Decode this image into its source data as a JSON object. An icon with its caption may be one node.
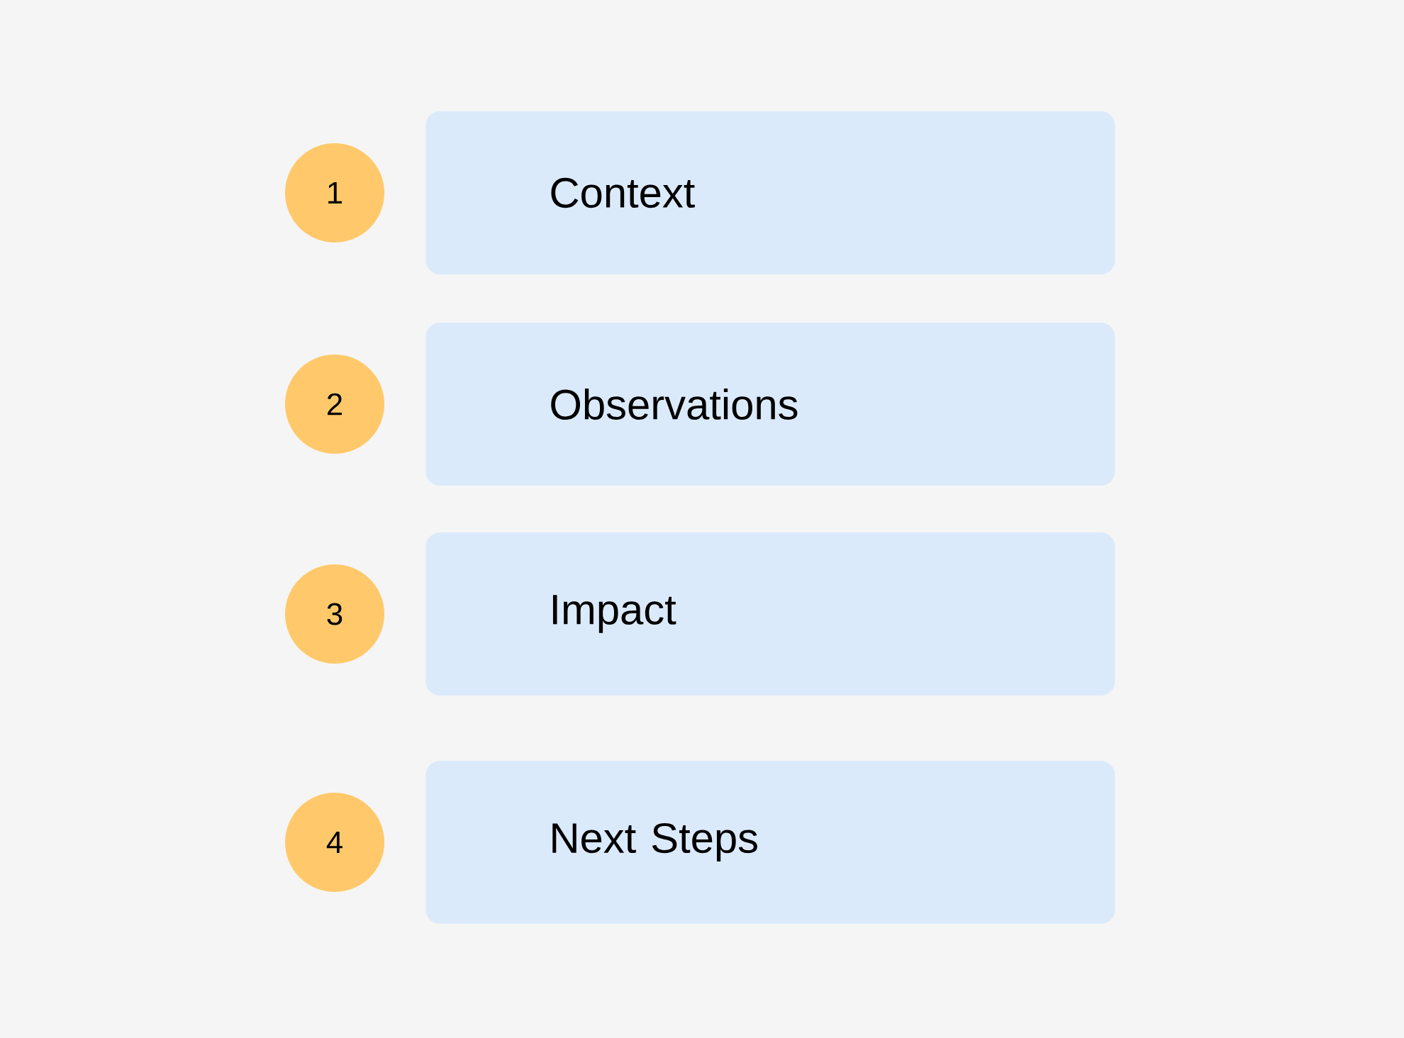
{
  "diagram": {
    "nodes": [
      {
        "text": [
          "1"
        ]
      },
      {
        "text": [
          "Context"
        ]
      },
      {
        "text": [
          "2"
        ]
      },
      {
        "text": [
          "Observations"
        ]
      },
      {
        "text": [
          "3"
        ]
      },
      {
        "text": [
          "Impact"
        ]
      },
      {
        "text": [
          "4"
        ]
      },
      {
        "text": [
          "Next Steps"
        ]
      }
    ]
  }
}
